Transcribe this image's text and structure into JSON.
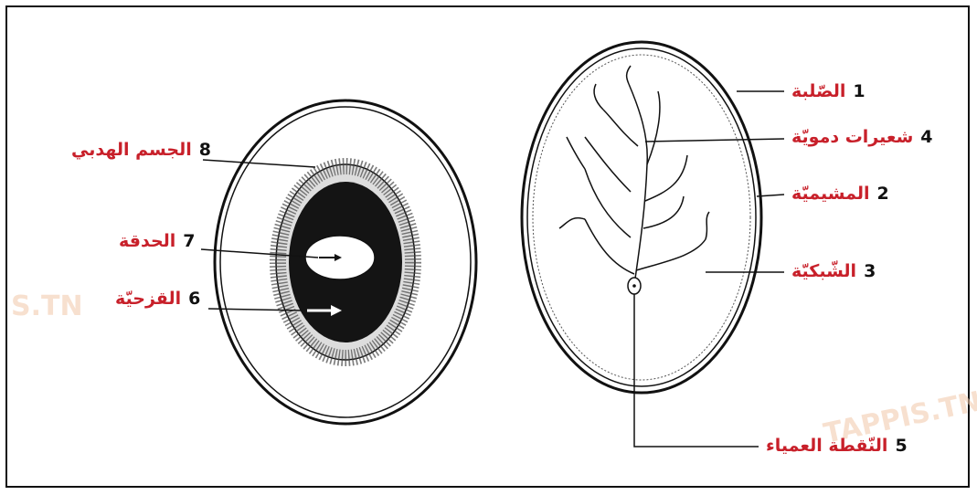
{
  "watermark": {
    "text_left": "S.TN",
    "text_right": "TAPPIS.TN"
  },
  "left_diagram": {
    "labels": [
      {
        "num": "8",
        "text": "الجسم الهدبي"
      },
      {
        "num": "7",
        "text": "الحدقة"
      },
      {
        "num": "6",
        "text": "القزحيّة"
      }
    ]
  },
  "right_diagram": {
    "labels": [
      {
        "num": "1",
        "text": "الصّلبة"
      },
      {
        "num": "4",
        "text": "شعيرات دمويّة"
      },
      {
        "num": "2",
        "text": "المشيميّة"
      },
      {
        "num": "3",
        "text": "الشّبكيّة"
      },
      {
        "num": "5",
        "text": "النّقطة العمياء"
      }
    ]
  },
  "colors": {
    "label": "#c8202a",
    "stroke": "#111111"
  }
}
